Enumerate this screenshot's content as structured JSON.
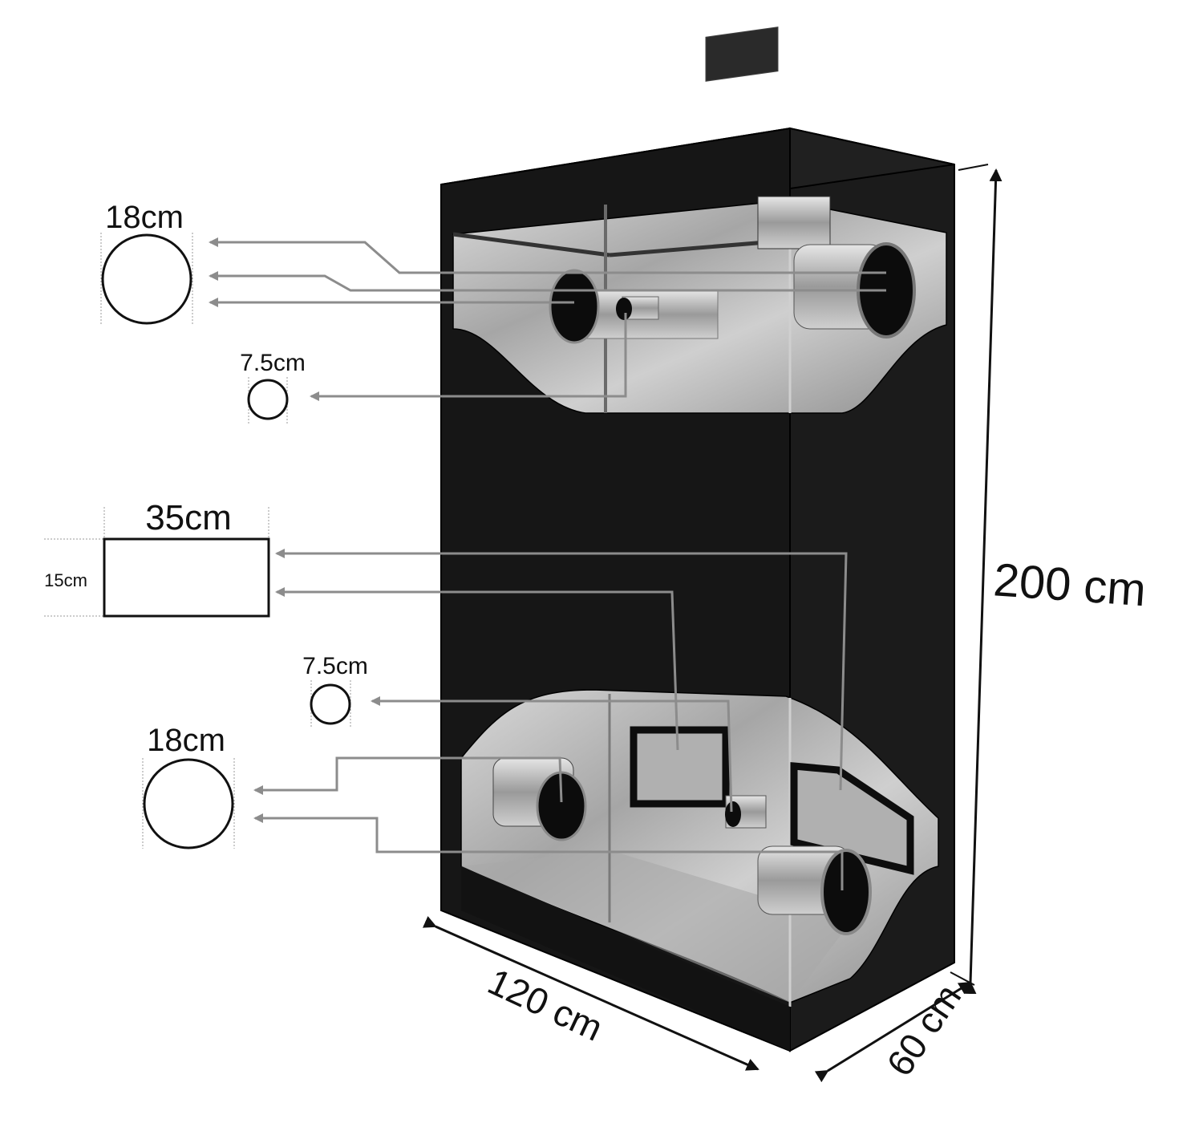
{
  "dimensions": {
    "height_label": "200 cm",
    "width_label": "120 cm",
    "depth_label": "60 cm"
  },
  "ports": {
    "top_large_label": "18cm",
    "top_small_label": "7.5cm",
    "vent_width_label": "35cm",
    "vent_height_label": "15cm",
    "bottom_small_label": "7.5cm",
    "bottom_large_label": "18cm"
  },
  "colors": {
    "tent_fabric": "#161616",
    "reflective_interior": "#b9b9b9",
    "arrow": "#8c8c8c",
    "dimension_line": "#111111"
  }
}
